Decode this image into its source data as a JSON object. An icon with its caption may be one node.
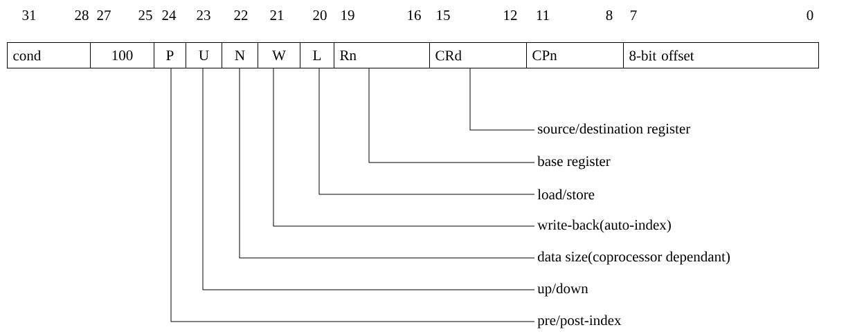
{
  "diagram": {
    "nodes": [
      {
        "text": [
          "cond"
        ]
      },
      {
        "text": [
          "100"
        ]
      },
      {
        "text": [
          "P"
        ]
      },
      {
        "text": [
          "U"
        ]
      },
      {
        "text": [
          "N"
        ]
      },
      {
        "text": [
          "W"
        ]
      },
      {
        "text": [
          "L"
        ]
      },
      {
        "text": [
          "Rn"
        ]
      },
      {
        "text": [
          "CRd"
        ]
      },
      {
        "text": [
          "CPn"
        ]
      },
      {
        "text": [
          "8-bit offset"
        ]
      },
      {
        "text": [
          "source/destination register"
        ]
      },
      {
        "text": [
          "base register"
        ]
      },
      {
        "text": [
          "load/store"
        ]
      },
      {
        "text": [
          "write-back(auto-index)"
        ]
      },
      {
        "text": [
          "data size(coprocessor dependant)"
        ]
      },
      {
        "text": [
          "up/down"
        ]
      },
      {
        "text": [
          "pre/post-index"
        ]
      }
    ],
    "edges": [
      {
        "from": 8,
        "to": 11,
        "arrow": "none"
      },
      {
        "from": 7,
        "to": 12,
        "arrow": "none"
      },
      {
        "from": 6,
        "to": 13,
        "arrow": "none"
      },
      {
        "from": 5,
        "to": 14,
        "arrow": "none"
      },
      {
        "from": 4,
        "to": 15,
        "arrow": "none"
      },
      {
        "from": 3,
        "to": 16,
        "arrow": "none"
      },
      {
        "from": 2,
        "to": 17,
        "arrow": "none"
      }
    ],
    "labels": [
      "31",
      "28",
      "27",
      "25",
      "24",
      "23",
      "22",
      "21",
      "20",
      "19",
      "16",
      "15",
      "12",
      "11",
      "8",
      "7",
      "0"
    ]
  }
}
